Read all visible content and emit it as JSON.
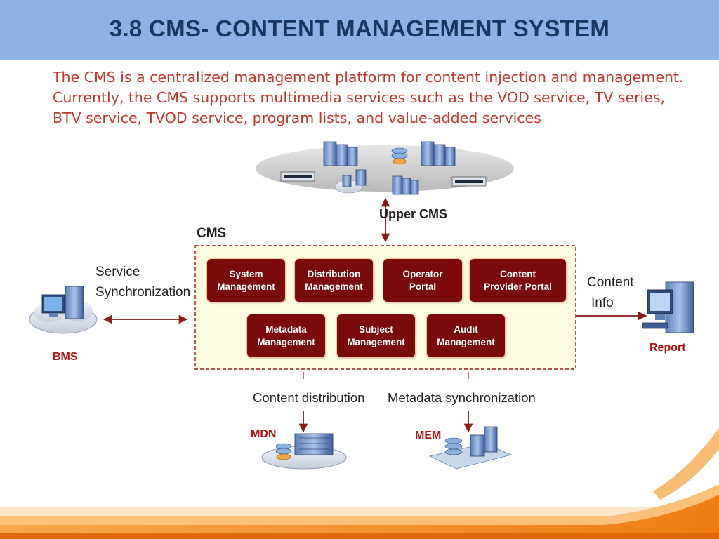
{
  "slide": {
    "title": "3.8 CMS- CONTENT MANAGEMENT SYSTEM",
    "intro_lines": [
      "The CMS is a centralized management platform for content injection and management.",
      "Currently, the CMS supports multimedia services such as the VOD service, TV series,",
      "BTV service, TVOD service, program lists, and value-added services"
    ]
  },
  "diagram": {
    "upper_cms_label": "Upper CMS",
    "cms_label": "CMS",
    "service_sync": [
      "Service",
      "Synchronization"
    ],
    "bms_label": "BMS",
    "content_info": [
      "Content",
      "Info"
    ],
    "report_label": "Report",
    "content_distribution": "Content distribution",
    "metadata_synchronization": "Metadata synchronization",
    "mdn_label": "MDN",
    "mem_label": "MEM",
    "modules_row1": [
      {
        "line1": "System",
        "line2": "Management"
      },
      {
        "line1": "Distribution",
        "line2": "Management"
      },
      {
        "line1": "Operator",
        "line2": "Portal"
      },
      {
        "line1": "Content",
        "line2": "Provider Portal"
      }
    ],
    "modules_row2": [
      {
        "line1": "Metadata",
        "line2": "Management"
      },
      {
        "line1": "Subject",
        "line2": "Management"
      },
      {
        "line1": "Audit",
        "line2": "Management"
      }
    ],
    "colors": {
      "header_bg": "#8db3e2",
      "title": "#17375e",
      "intro_text": "#c0392b",
      "module_fill": "#7b0a0a",
      "cms_box_fill": "#fffde0",
      "cms_box_border": "#a31515",
      "arrow": "#8b1a1a",
      "footer_orange": "#f08a1c",
      "footer_light": "#fbc07a"
    }
  }
}
